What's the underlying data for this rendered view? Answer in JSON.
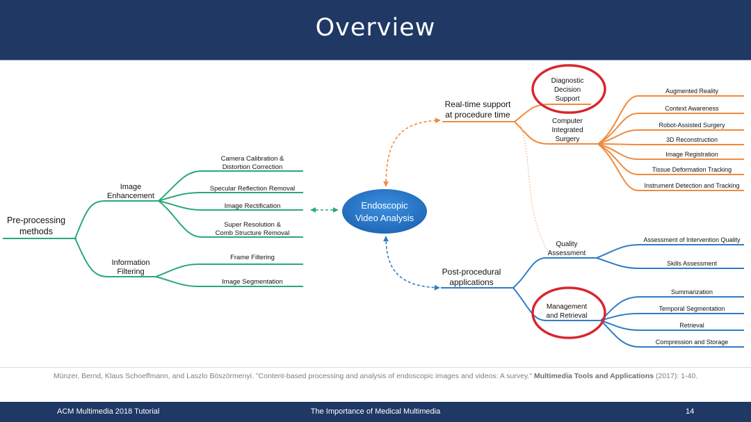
{
  "slide": {
    "title": "Overview",
    "footer": {
      "left": "ACM Multimedia 2018 Tutorial",
      "center": "The Importance of Medical Multimedia",
      "page": "14"
    },
    "citation": {
      "authors": "Münzer, Bernd, Klaus Schoeffmann, and Laszlo Böszörmenyi. \"Content-based processing and analysis of endoscopic images and videos: A survey.\" ",
      "journal": "Multimedia Tools and Applications",
      "tail": " (2017): 1-40."
    }
  },
  "colors": {
    "header_bg": "#1f3864",
    "green": "#2aa876",
    "orange": "#ef8a3c",
    "blue": "#2f7cc7",
    "center_node": "#2b7bcf",
    "highlight_circle": "#d8262e"
  },
  "diagram": {
    "center": {
      "line1": "Endoscopic",
      "line2": "Video Analysis"
    },
    "left": {
      "root": {
        "line1": "Pre-processing",
        "line2": "methods"
      },
      "image_enhancement": {
        "line1": "Image",
        "line2": "Enhancement",
        "leaves": [
          {
            "line1": "Camera Calibration &",
            "line2": "Distortion Correction"
          },
          {
            "line1": "Specular Reflection Removal",
            "line2": ""
          },
          {
            "line1": "Image Rectification",
            "line2": ""
          },
          {
            "line1": "Super Resolution &",
            "line2": "Comb Structure Removal"
          }
        ]
      },
      "information_filtering": {
        "line1": "Information",
        "line2": "Filtering",
        "leaves": [
          "Frame Filtering",
          "Image Segmentation"
        ]
      }
    },
    "right_top": {
      "root": {
        "line1": "Real-time support",
        "line2": "at procedure time"
      },
      "diagnostic": {
        "line1": "Diagnostic",
        "line2": "Decision",
        "line3": "Support"
      },
      "cis": {
        "line1": "Computer",
        "line2": "Integrated",
        "line3": "Surgery",
        "leaves": [
          "Augmented Reality",
          "Context Awareness",
          "Robot-Assisted Surgery",
          "3D Reconstruction",
          "Image Registration",
          "Tissue Deformation Tracking",
          "Instrument Detection and Tracking"
        ]
      }
    },
    "right_bottom": {
      "root": {
        "line1": "Post-procedural",
        "line2": "applications"
      },
      "quality": {
        "line1": "Quality",
        "line2": "Assessment",
        "leaves": [
          "Assessment of Intervention Quality",
          "Skills Assessment"
        ]
      },
      "management": {
        "line1": "Management",
        "line2": "and Retrieval",
        "leaves": [
          "Summarization",
          "Temporal Segmentation",
          "Retrieval",
          "Compression and Storage"
        ]
      }
    }
  }
}
